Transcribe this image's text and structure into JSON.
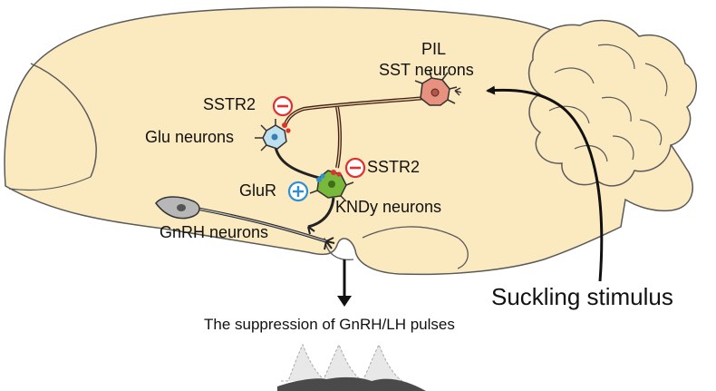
{
  "labels": {
    "pil": "PIL",
    "sst_neurons": "SST neurons",
    "sstr2_upper": "SSTR2",
    "sstr2_lower": "SSTR2",
    "glu_neurons": "Glu neurons",
    "glur": "GluR",
    "kndy_neurons": "KNDy neurons",
    "gnrh_neurons": "GnRH neurons",
    "suckling_stimulus": "Suckling stimulus",
    "suppression": "The suppression of GnRH/LH pulses"
  },
  "icons": {
    "inhibition": "minus-circle-icon",
    "excitation": "plus-circle-icon",
    "pulse": "pulse-wave-icon"
  },
  "colors": {
    "brain_fill": "#fbe9bf",
    "brain_stroke": "#555555",
    "sst_neuron": "#e8917f",
    "glu_neuron": "#bfe0ee",
    "kndy_neuron": "#78b83a",
    "gnrh_neuron": "#b7b7b7",
    "inhibition": "#e03030",
    "excitation": "#2f8fd0",
    "axon": "#3a2418",
    "axon_core": "#f3c9a0"
  }
}
